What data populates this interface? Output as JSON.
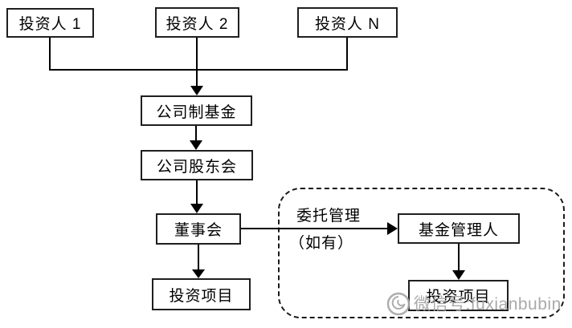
{
  "diagram": {
    "type": "flowchart",
    "nodes": {
      "investor_1": {
        "label": "投资人 1"
      },
      "investor_2": {
        "label": "投资人 2"
      },
      "investor_n": {
        "label": "投资人 N"
      },
      "corporate_fund": {
        "label": "公司制基金"
      },
      "shareholders_meeting": {
        "label": "公司股东会"
      },
      "board_of_directors": {
        "label": "董事会"
      },
      "investment_project": {
        "label": "投资项目"
      },
      "fund_manager": {
        "label": "基金管理人"
      },
      "investment_project_managed": {
        "label": "投资项目"
      }
    },
    "edges": {
      "delegation_label_line1": "委托管理",
      "delegation_label_line2": "（如有）"
    },
    "watermark": {
      "text": "微信号:fuxianbubin",
      "icon": "wechat-logo-swirl"
    },
    "colors": {
      "background": "#ffffff",
      "line": "#000000",
      "box_border": "#1f1f1f",
      "watermark_gray": "#a3a3a3"
    }
  }
}
